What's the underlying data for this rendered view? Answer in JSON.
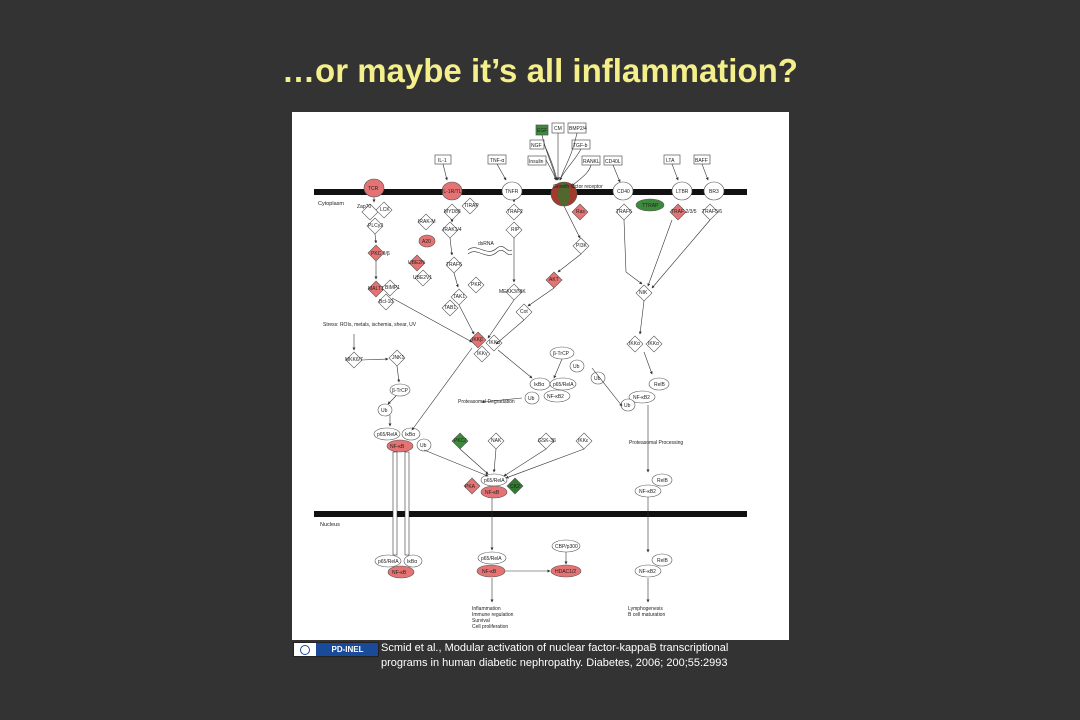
{
  "title": "…or maybe it’s all inflammation?",
  "license_badge": "PD-INEL",
  "citation": {
    "line1": "Scmid et al., Modular activation of nuclear factor-kappaB transcriptional",
    "line2": "programs in human diabetic nephropathy. Diabetes, 2006; 200;55:2993"
  },
  "diagram": {
    "regions": {
      "cytoplasm": "Cytoplasm",
      "nucleus": "Nucleus"
    },
    "top_ligands": {
      "egf": "EGF",
      "cm": "CM",
      "bmp": "BMP2/4",
      "ngf": "NGF",
      "tgf": "TGF-b",
      "insulin": "Insulin",
      "rankl": "RANKL",
      "cd40l": "CD40L"
    },
    "ligands": {
      "il1": "IL-1",
      "tnfa": "TNF-α",
      "lta": "LTA",
      "baff": "BAFF"
    },
    "receptors": {
      "tcr": "TCR",
      "il1r": "IL-1R/TLR",
      "tnfr": "TNFR",
      "growth": "Growth factor receptor",
      "cd40": "CD40",
      "ltbr": "LTBR",
      "br3": "BR3"
    },
    "adaptors": {
      "zap70": "Zap70",
      "lck": "LCK",
      "plcg": "PLCγ2",
      "tirap": "TIRAP",
      "myd88": "MYD88",
      "irak": "IRAK-M",
      "irak14": "IRAK1/4",
      "traf2": "TRAF2",
      "ras": "Ras",
      "traf6a": "TRAF6",
      "ttrap": "TTRAP",
      "traf235": "TRAF 2/3/5",
      "traf56": "TRAF5/6"
    },
    "mid": {
      "pkc": "PKC θ/β",
      "a20": "A20",
      "ube2n": "UBE2N",
      "ube2v1": "UBE2V1",
      "traf6": "TRAF6",
      "dsrna": "dsRNA",
      "rip": "RIP",
      "pi3k": "PI3K",
      "malt1": "MALT1",
      "bimp1": "BIMP1",
      "bcl10": "Bcl-10",
      "tak1": "TAK1",
      "tab1": "TAB1",
      "pkr": "PKR",
      "mekk3": "MEKK3/NIK",
      "akt": "AKT",
      "cot": "Cot",
      "nik": "NIK"
    },
    "stress": "Stress: ROIs, metals, ischemia, shear, UV",
    "kinases": {
      "mkk67": "MKK6/7",
      "jnk1": "JNK1",
      "btrcp": "β-TrCP",
      "ikkb": "IKKβ",
      "ikka": "IKKα",
      "ikkg": "IKKγ",
      "ikka1": "IKKα",
      "ikka2": "IKKα"
    },
    "complex": {
      "ikba": "IκBα",
      "p65": "p65/RelA",
      "nfkb": "NF-κB",
      "nfkb2": "NF-κB2",
      "ub": "Ub",
      "relb": "RelB",
      "proteasome": "Proteasomal Degradation",
      "processing": "Proteasomal Processing"
    },
    "row": {
      "pkcz": "PKCζ",
      "nak": "NAK",
      "gsk3b": "GSK-3β",
      "ikke": "IKKε",
      "pka": "PKA",
      "ck2": "CK2"
    },
    "nuclear": {
      "cbp": "CBP/p300",
      "hdac": "HDAC1/2"
    },
    "outcomes": {
      "left": "Inflammation|Immune regulation|Survival|Cell proliferation",
      "right": "Lymphogenesis|B cell maturation"
    }
  }
}
